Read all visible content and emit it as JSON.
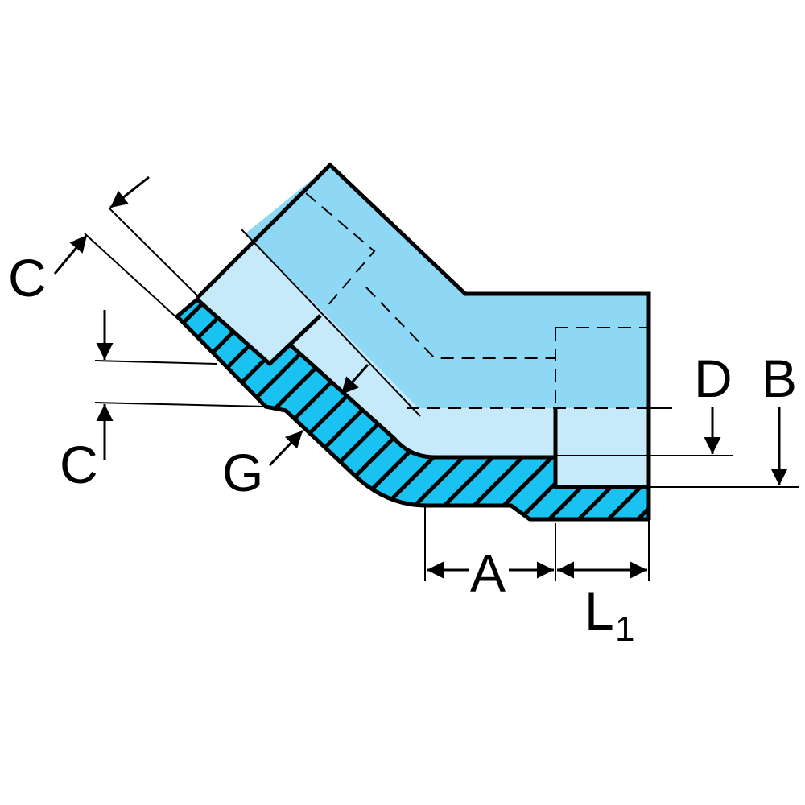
{
  "diagram": {
    "labels": {
      "c_top": "C",
      "c_left": "C",
      "g": "G",
      "d": "D",
      "b": "B",
      "a": "A",
      "l": "L",
      "l_sub": "1"
    },
    "colors": {
      "body": "#8ED8F5",
      "socket": "#C6EAFA",
      "wall": "#19C2F0",
      "line": "#000000"
    }
  }
}
